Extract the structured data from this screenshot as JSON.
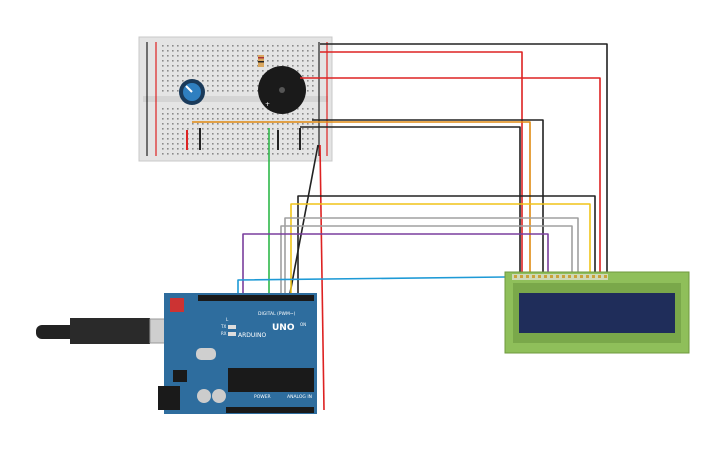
{
  "arduino": {
    "brand": "ARDUINO",
    "model": "UNO",
    "digital_label": "DIGITAL (PWM~)",
    "power_label": "POWER",
    "analog_label": "ANALOG IN",
    "tx_label": "TX",
    "rx_label": "RX",
    "l_label": "L",
    "on_label": "ON"
  },
  "colors": {
    "board": "#2e6d9e",
    "breadboard": "#e3e3e3",
    "lcd_body": "#8fbf5a",
    "lcd_screen": "#1f2d5a",
    "wire_red": "#d22",
    "wire_black": "#222",
    "wire_orange": "#e08a12",
    "wire_yellow": "#f0c419",
    "wire_green": "#2eb84a",
    "wire_purple": "#7a3e9d",
    "wire_blue": "#1e9ad6",
    "wire_gray": "#9a9a9a"
  },
  "components": {
    "potentiometer": "potentiometer",
    "buzzer": "piezo-buzzer",
    "resistor": "resistor",
    "lcd": "lcd-16x2",
    "usb": "usb-cable"
  }
}
